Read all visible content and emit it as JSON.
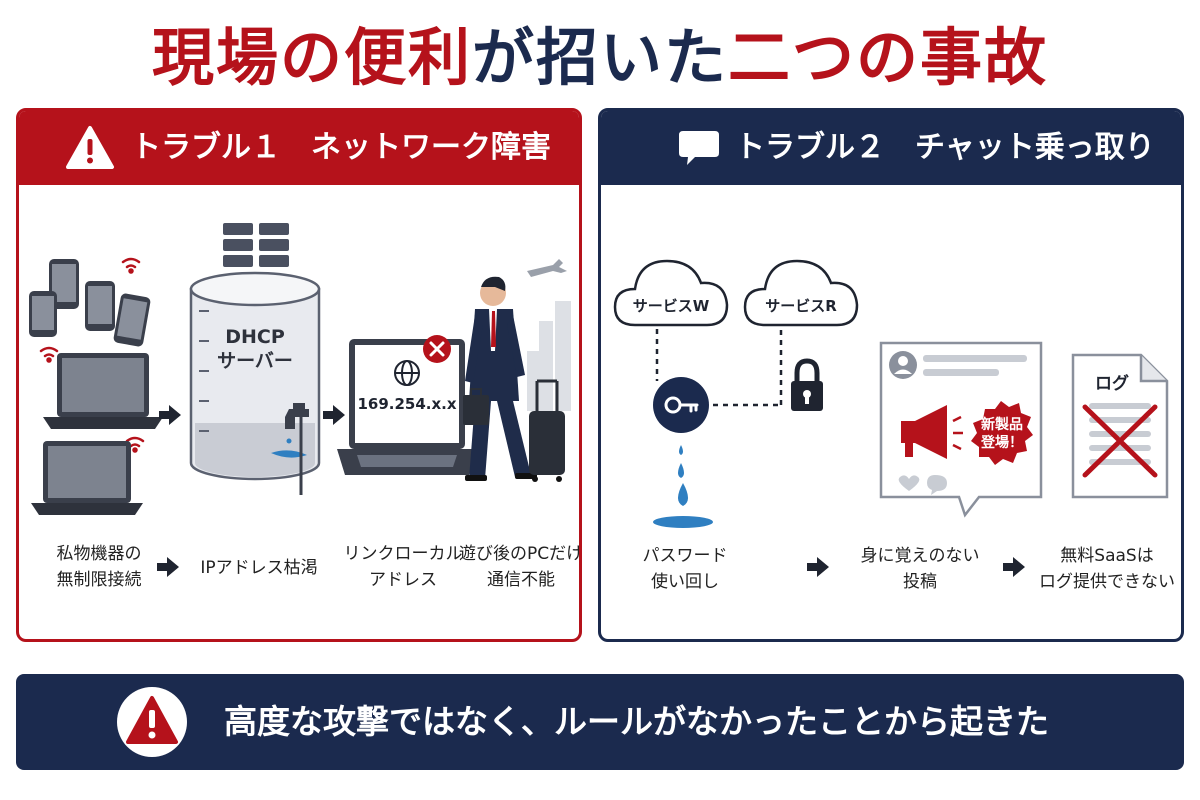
{
  "title": {
    "part1": "現場の便利",
    "part2": "が招いた",
    "part3": "二つの事故"
  },
  "colors": {
    "red": "#b5121b",
    "navy": "#1b2a4e",
    "gray": "#6b7280",
    "light_gray": "#e5e7eb",
    "water": "#2f7fc1"
  },
  "trouble1": {
    "header": "トラブル１　ネットワーク障害",
    "icon": "warning-triangle-icon",
    "server_label": [
      "DHCP",
      "サーバー"
    ],
    "ip_address": "169.254.x.x",
    "captions": [
      [
        "私物機器の",
        "無制限接続"
      ],
      [
        "IPアドレス枯渇"
      ],
      [
        "リンクローカル",
        "アドレス"
      ],
      [
        "遊び後のPCだけ",
        "通信不能"
      ]
    ]
  },
  "trouble2": {
    "header": "トラブル２　チャット乗っ取り",
    "icon": "chat-bubble-icon",
    "cloud_w": "サービスW",
    "cloud_r": "サービスR",
    "log_label": "ログ",
    "badge": [
      "新製品",
      "登場！"
    ],
    "captions": [
      [
        "パスワード",
        "使い回し"
      ],
      [
        "身に覚えのない",
        "投稿"
      ],
      [
        "無料SaaSは",
        "ログ提供できない"
      ]
    ]
  },
  "banner": {
    "text": "高度な攻撃ではなく、ルールがなかったことから起きた",
    "icon": "warning-triangle-icon"
  }
}
